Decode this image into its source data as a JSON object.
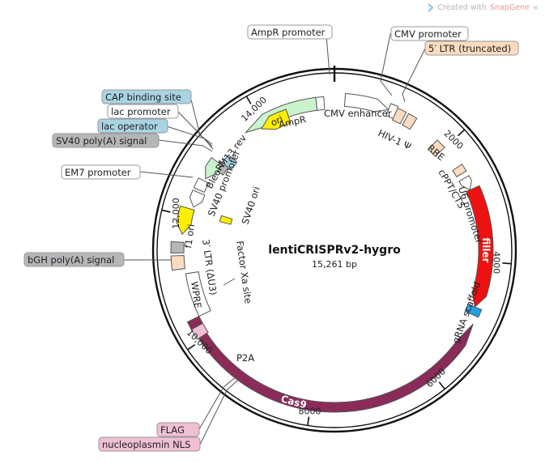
{
  "watermark": {
    "prefix": "Created with",
    "brand": "SnapGene",
    "mark": "®"
  },
  "plasmid": {
    "name": "lentiCRISPRv2-hygro",
    "size_label": "15,261 bp",
    "total_bp": 15261
  },
  "colors": {
    "promoter": "#ffffff",
    "ltr": "#fcdcc0",
    "cap": "#a9d4e3",
    "lac_operator": "#a9d4e3",
    "terminator": "#b4b6b8",
    "ori": "#ffee00",
    "marker": "#c9f3cd",
    "filler": "#ee1111",
    "cas9": "#8a2b5a",
    "scaffold": "#22a0e0",
    "nls": "#efbfd3"
  },
  "ticks": [
    {
      "label": "2000"
    },
    {
      "label": "4000"
    },
    {
      "label": "6000"
    },
    {
      "label": "8000"
    },
    {
      "label": "10,000"
    },
    {
      "label": "12,000"
    },
    {
      "label": "14,000"
    }
  ],
  "inner_labels": [
    {
      "text": "CMV enhancer"
    },
    {
      "text": "HIV-1 Ψ"
    },
    {
      "text": "RRE"
    },
    {
      "text": "cPPT/CTS"
    },
    {
      "text": "U6 promoter"
    },
    {
      "text": "gRNA scaffold"
    },
    {
      "text": "AmpR"
    },
    {
      "text": "ori"
    },
    {
      "text": "M13 rev"
    },
    {
      "text": "BleoR"
    },
    {
      "text": "SV40 promoter"
    },
    {
      "text": "SV40 ori"
    },
    {
      "text": "f1 ori"
    },
    {
      "text": "3′ LTR (ΔU3)"
    },
    {
      "text": "WPRE"
    },
    {
      "text": "Factor Xa site"
    },
    {
      "text": "P2A"
    },
    {
      "text": "filler"
    },
    {
      "text": "Cas9"
    }
  ],
  "callouts": [
    {
      "text": "AmpR promoter",
      "style": "promoter"
    },
    {
      "text": "CMV promoter",
      "style": "promoter"
    },
    {
      "text": "5′ LTR (truncated)",
      "style": "ltr"
    },
    {
      "text": "CAP binding site",
      "style": "cap"
    },
    {
      "text": "lac promoter",
      "style": "promoter"
    },
    {
      "text": "lac operator",
      "style": "cap"
    },
    {
      "text": "SV40 poly(A) signal",
      "style": "terminator"
    },
    {
      "text": "EM7 promoter",
      "style": "promoter"
    },
    {
      "text": "bGH poly(A) signal",
      "style": "terminator"
    },
    {
      "text": "FLAG",
      "style": "nls"
    },
    {
      "text": "nucleoplasmin NLS",
      "style": "nls"
    }
  ]
}
